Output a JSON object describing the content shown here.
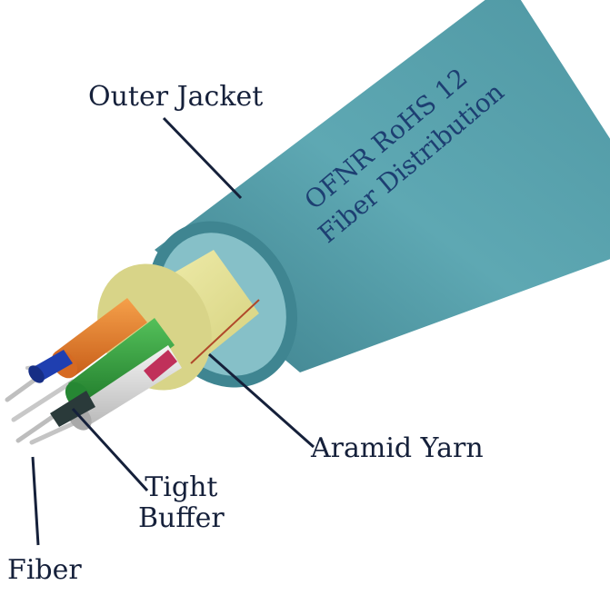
{
  "labels": {
    "outer_jacket": "Outer Jacket",
    "aramid_yarn": "Aramid Yarn",
    "tight_buffer_line1": "Tight",
    "tight_buffer_line2": "Buffer",
    "fiber": "Fiber"
  },
  "jacket_print": {
    "line1": "OFNR RoHS 12",
    "line2": "Fiber Distribution"
  },
  "colors": {
    "jacket": "#4f9aa6",
    "jacket_dark": "#3c7f8b",
    "jacket_light": "#74b8c2",
    "aramid": "#e6e39a",
    "buffer_orange": "#e8782a",
    "buffer_green": "#2f9a3a",
    "buffer_white": "#dcdcdc",
    "buffer_blue": "#1f3fb0",
    "buffer_red": "#c0305a",
    "fiber_core": "#c8c8c8",
    "label_text": "#15203a",
    "print_text": "#1d3f72"
  }
}
